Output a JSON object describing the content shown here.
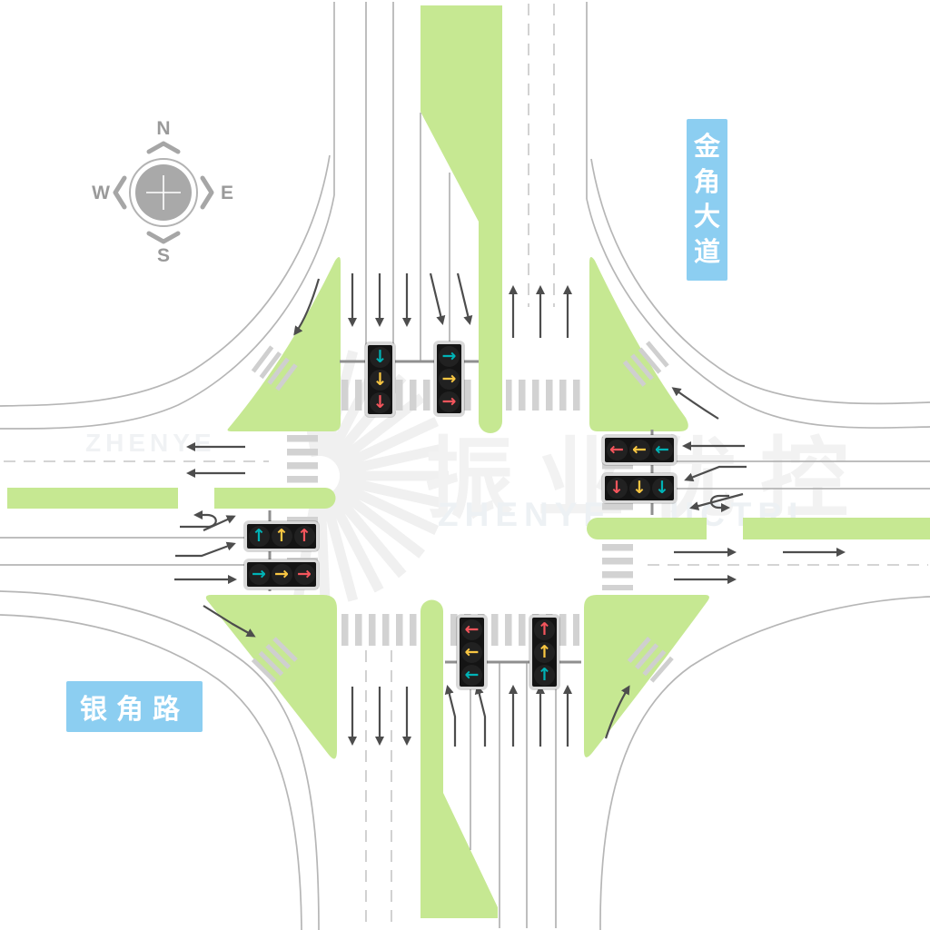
{
  "compass": {
    "north": "N",
    "east": "E",
    "south": "S",
    "west": "W"
  },
  "road_labels": {
    "north_south_road": "金角大道",
    "east_west_road": "银角路"
  },
  "watermark": {
    "cn": "振业优控",
    "en": "ZHENYE UCTRL",
    "en_fragment": "ZHENYE"
  },
  "colors": {
    "greenery": "#c6e892",
    "road_edge": "#b6b6b6",
    "lane_line": "#a9a9a9",
    "dashed_line": "#c6c6c6",
    "stop_line": "#8f8f8f",
    "crosswalk": "#d2d2d2",
    "pavement_arrow": "#4d4d4d",
    "label_blue": "#8ccef1",
    "signal_cyan": "#00b3b6",
    "signal_yellow": "#f9c642",
    "signal_red": "#f4555c"
  },
  "signals": {
    "north_left": {
      "orientation": "vertical",
      "lights": [
        {
          "glyph": "↓",
          "direction": "down",
          "color_name": "cyan",
          "color": "#00b3b6"
        },
        {
          "glyph": "↓",
          "direction": "down",
          "color_name": "yellow",
          "color": "#f9c642"
        },
        {
          "glyph": "↓",
          "direction": "down",
          "color_name": "red",
          "color": "#f4555c"
        }
      ]
    },
    "north_right": {
      "orientation": "vertical",
      "lights": [
        {
          "glyph": "→",
          "direction": "right",
          "color_name": "cyan",
          "color": "#00b3b6"
        },
        {
          "glyph": "→",
          "direction": "right",
          "color_name": "yellow",
          "color": "#f9c642"
        },
        {
          "glyph": "→",
          "direction": "right",
          "color_name": "red",
          "color": "#f4555c"
        }
      ]
    },
    "east_top": {
      "orientation": "horizontal",
      "lights": [
        {
          "glyph": "←",
          "direction": "left",
          "color_name": "red",
          "color": "#f4555c"
        },
        {
          "glyph": "←",
          "direction": "left",
          "color_name": "yellow",
          "color": "#f9c642"
        },
        {
          "glyph": "←",
          "direction": "left",
          "color_name": "cyan",
          "color": "#00b3b6"
        }
      ]
    },
    "east_bottom": {
      "orientation": "horizontal",
      "lights": [
        {
          "glyph": "↓",
          "direction": "down",
          "color_name": "red",
          "color": "#f4555c"
        },
        {
          "glyph": "↓",
          "direction": "down",
          "color_name": "yellow",
          "color": "#f9c642"
        },
        {
          "glyph": "↓",
          "direction": "down",
          "color_name": "cyan",
          "color": "#00b3b6"
        }
      ]
    },
    "west_top": {
      "orientation": "horizontal",
      "lights": [
        {
          "glyph": "↑",
          "direction": "up",
          "color_name": "cyan",
          "color": "#00b3b6"
        },
        {
          "glyph": "↑",
          "direction": "up",
          "color_name": "yellow",
          "color": "#f9c642"
        },
        {
          "glyph": "↑",
          "direction": "up",
          "color_name": "red",
          "color": "#f4555c"
        }
      ]
    },
    "west_bottom": {
      "orientation": "horizontal",
      "lights": [
        {
          "glyph": "→",
          "direction": "right",
          "color_name": "cyan",
          "color": "#00b3b6"
        },
        {
          "glyph": "→",
          "direction": "right",
          "color_name": "yellow",
          "color": "#f9c642"
        },
        {
          "glyph": "→",
          "direction": "right",
          "color_name": "red",
          "color": "#f4555c"
        }
      ]
    },
    "south_left": {
      "orientation": "vertical",
      "lights": [
        {
          "glyph": "←",
          "direction": "left",
          "color_name": "red",
          "color": "#f4555c"
        },
        {
          "glyph": "←",
          "direction": "left",
          "color_name": "yellow",
          "color": "#f9c642"
        },
        {
          "glyph": "←",
          "direction": "left",
          "color_name": "cyan",
          "color": "#00b3b6"
        }
      ]
    },
    "south_right": {
      "orientation": "vertical",
      "lights": [
        {
          "glyph": "↑",
          "direction": "up",
          "color_name": "red",
          "color": "#f4555c"
        },
        {
          "glyph": "↑",
          "direction": "up",
          "color_name": "yellow",
          "color": "#f9c642"
        },
        {
          "glyph": "↑",
          "direction": "up",
          "color_name": "cyan",
          "color": "#00b3b6"
        }
      ]
    }
  }
}
